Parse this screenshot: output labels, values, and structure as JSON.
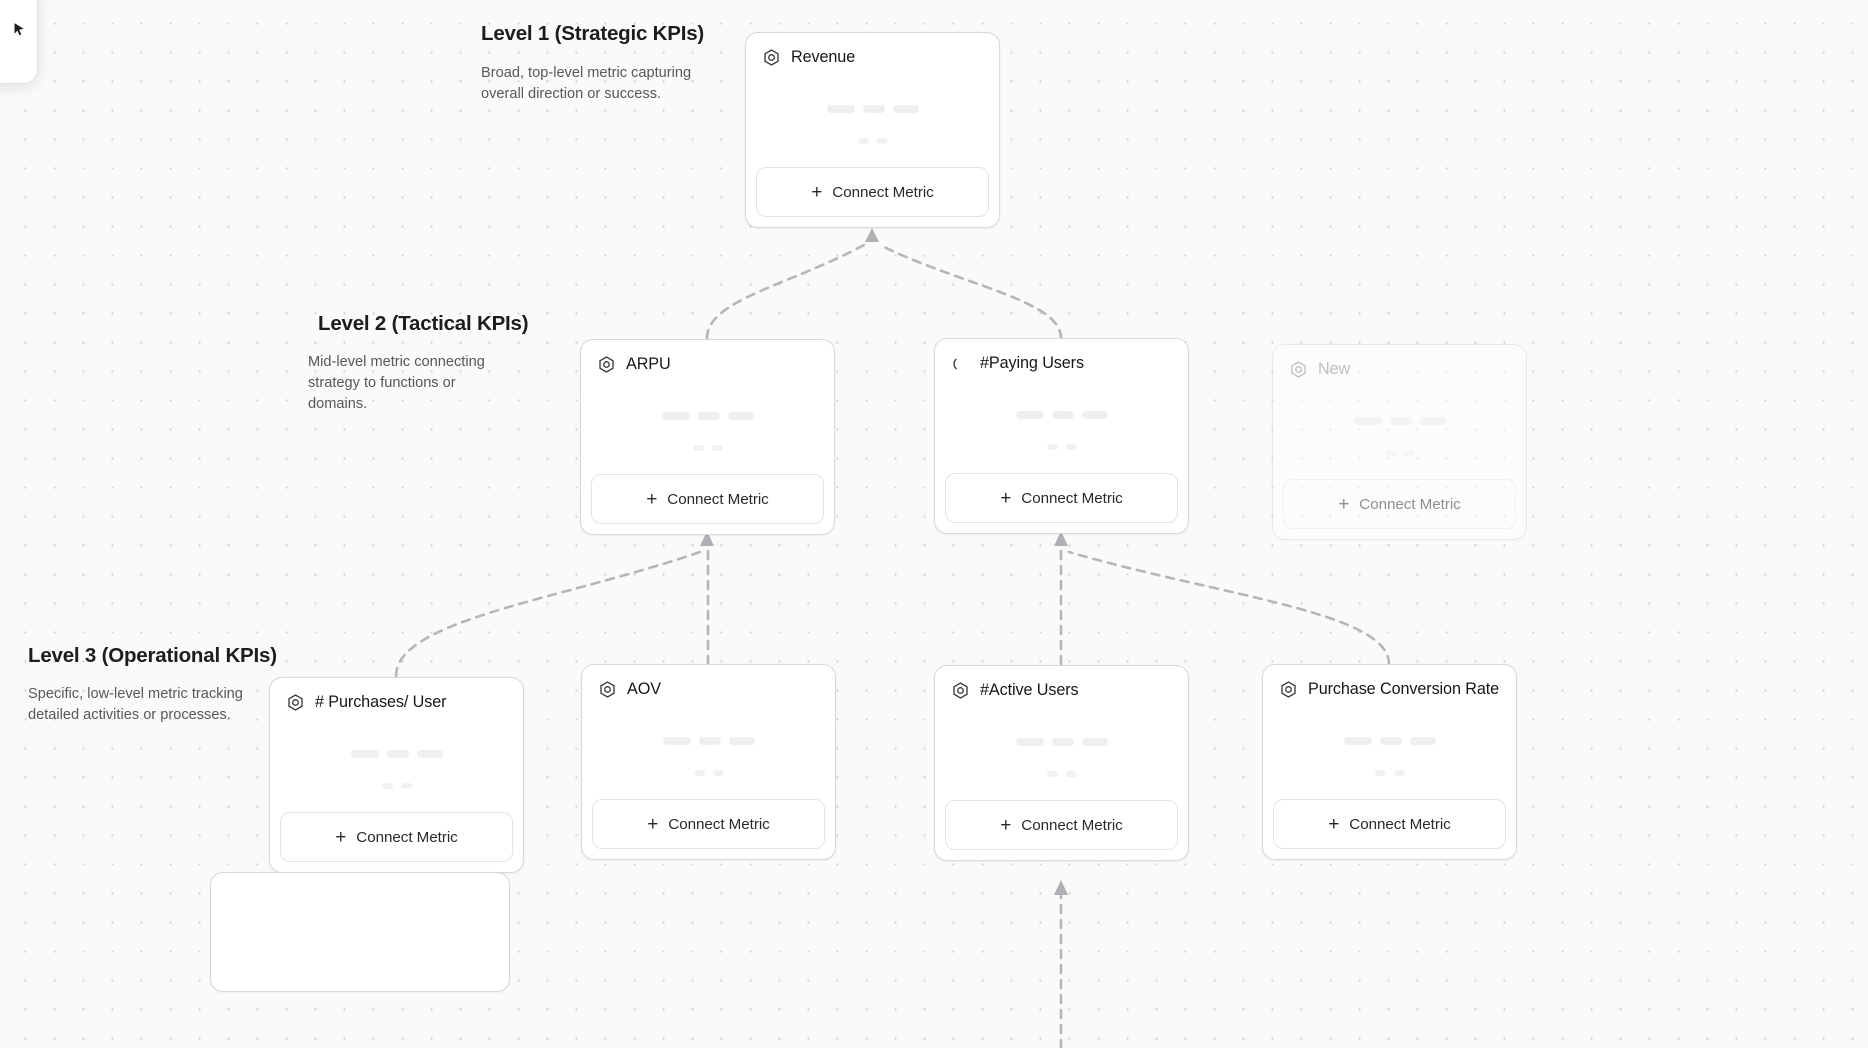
{
  "canvas": {
    "background_color": "#fafafa",
    "dot_color": "#d2d2d4",
    "edge_color": "#b6b6ba"
  },
  "levels": [
    {
      "id": "level-1",
      "title": "Level 1 (Strategic KPIs)",
      "description": "Broad, top-level metric capturing\noverall direction or success."
    },
    {
      "id": "level-2",
      "title": "Level 2 (Tactical KPIs)",
      "description": "Mid-level metric connecting\nstrategy to functions or domains."
    },
    {
      "id": "level-3",
      "title": "Level 3 (Operational KPIs)",
      "description": "Specific, low-level metric tracking\ndetailed activities or processes."
    }
  ],
  "cards": [
    {
      "id": "revenue",
      "title": "Revenue",
      "icon": "hexagon-metric-icon",
      "level": 1,
      "state": "normal",
      "connect_label": "Connect Metric"
    },
    {
      "id": "arpu",
      "title": "ARPU",
      "icon": "hexagon-metric-icon",
      "level": 2,
      "state": "normal",
      "connect_label": "Connect Metric"
    },
    {
      "id": "paying-users",
      "title": "#Paying Users",
      "icon": "loading-spinner-icon",
      "level": 2,
      "state": "loading",
      "connect_label": "Connect Metric"
    },
    {
      "id": "new",
      "title": "New",
      "icon": "hexagon-metric-icon",
      "level": 2,
      "state": "muted",
      "connect_label": "Connect Metric"
    },
    {
      "id": "purchases-user",
      "title": "# Purchases/ User",
      "icon": "hexagon-metric-icon",
      "level": 3,
      "state": "normal",
      "connect_label": "Connect Metric"
    },
    {
      "id": "aov",
      "title": "AOV",
      "icon": "hexagon-metric-icon",
      "level": 3,
      "state": "normal",
      "connect_label": "Connect Metric"
    },
    {
      "id": "active-users",
      "title": "#Active Users",
      "icon": "hexagon-metric-icon",
      "level": 3,
      "state": "normal",
      "connect_label": "Connect Metric"
    },
    {
      "id": "conv-rate",
      "title": "Purchase Conversion Rate",
      "icon": "hexagon-metric-icon",
      "level": 3,
      "state": "normal",
      "connect_label": "Connect Metric"
    }
  ],
  "connections": [
    {
      "from": "arpu",
      "to": "revenue"
    },
    {
      "from": "paying-users",
      "to": "revenue"
    },
    {
      "from": "purchases-user",
      "to": "arpu"
    },
    {
      "from": "aov",
      "to": "arpu"
    },
    {
      "from": "active-users",
      "to": "paying-users"
    },
    {
      "from": "conv-rate",
      "to": "paying-users"
    }
  ]
}
